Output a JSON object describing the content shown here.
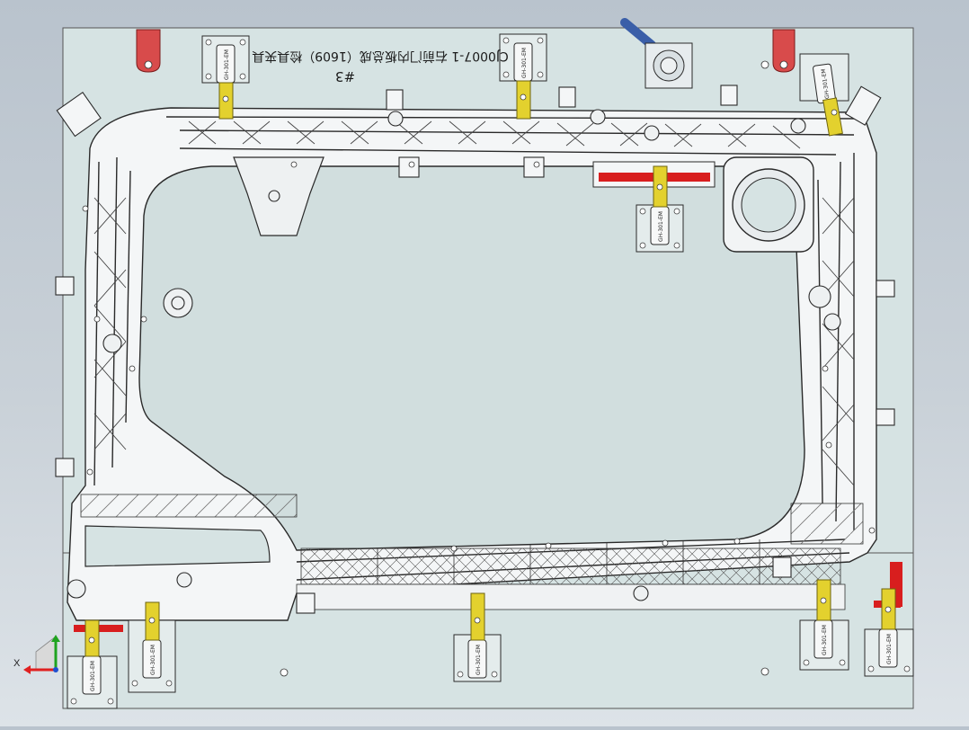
{
  "drawing": {
    "part_title": "CJ0007-1 右前门内板总成（1609）检具夹具",
    "tag": "#3"
  },
  "clamp_label": "GH-301-EM",
  "triad": {
    "x_label": "X"
  },
  "colors": {
    "background_top": "#b9c3cd",
    "background_bottom": "#dde3e8",
    "base_plate": "#d6e3e3",
    "frame_fill": "#f4f6f7",
    "frame_line": "#2a2a2a",
    "locator_red": "#d81e1e",
    "clamp_yellow": "#e3d12e",
    "handle_blue": "#3a5ea8",
    "axis_red": "#e02020",
    "axis_green": "#1fa31f",
    "axis_blue": "#2050d0"
  }
}
